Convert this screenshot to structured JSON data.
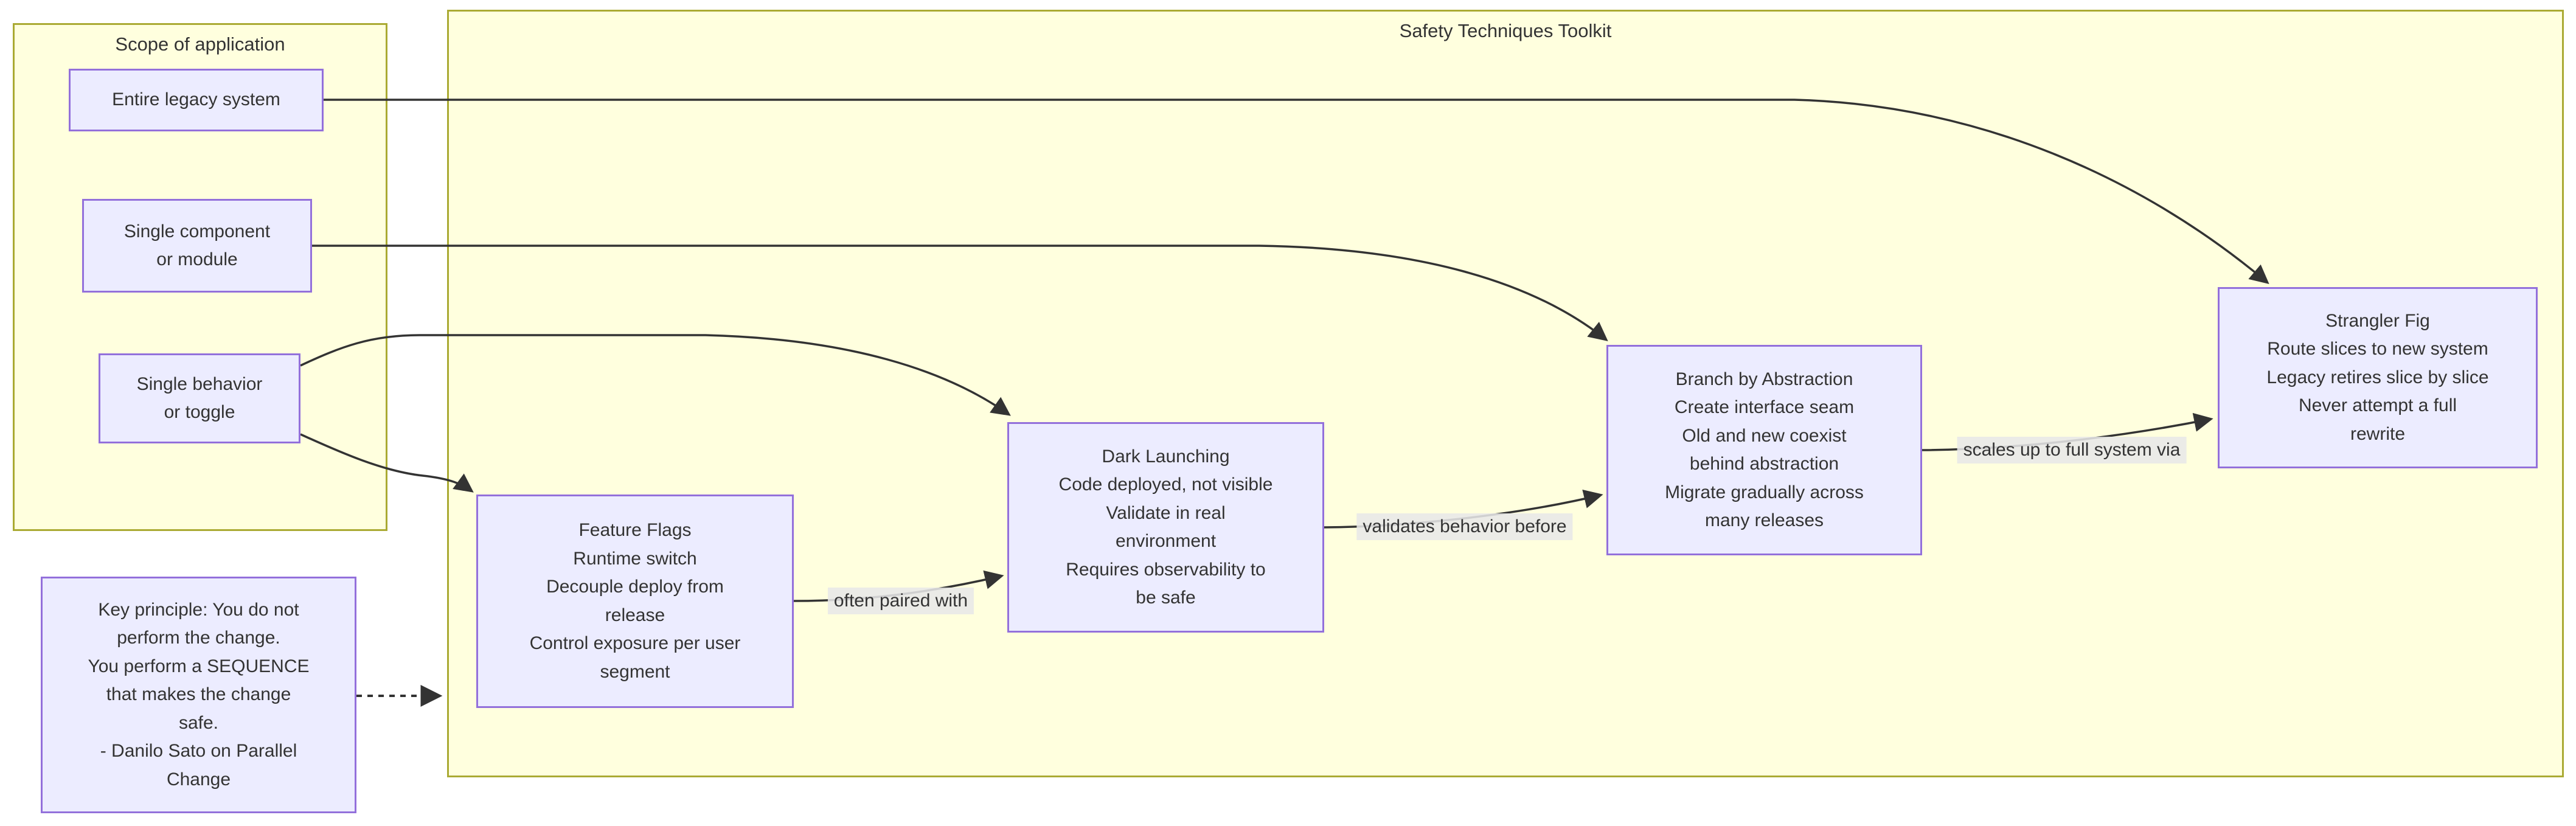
{
  "diagram": {
    "subgraphs": {
      "scope": {
        "title": "Scope of application"
      },
      "toolkit": {
        "title": "Safety Techniques Toolkit"
      }
    },
    "nodes": {
      "entire_legacy": {
        "lines": [
          "Entire legacy system"
        ]
      },
      "single_component": {
        "lines": [
          "Single component",
          "or module"
        ]
      },
      "single_behavior": {
        "lines": [
          "Single behavior",
          "or toggle"
        ]
      },
      "key_principle_note": {
        "lines": [
          "Key principle: You do not",
          "perform the change.",
          "You perform a SEQUENCE",
          "that makes the change",
          "safe.",
          "- Danilo Sato on Parallel",
          "Change"
        ]
      },
      "feature_flags": {
        "lines": [
          "Feature Flags",
          "Runtime switch",
          "Decouple deploy from",
          "release",
          "Control exposure per user",
          "segment"
        ]
      },
      "dark_launching": {
        "lines": [
          "Dark Launching",
          "Code deployed, not visible",
          "Validate in real",
          "environment",
          "Requires observability to",
          "be safe"
        ]
      },
      "branch_by_abstraction": {
        "lines": [
          "Branch by Abstraction",
          "Create interface seam",
          "Old and new coexist",
          "behind abstraction",
          "Migrate gradually across",
          "many releases"
        ]
      },
      "strangler_fig": {
        "lines": [
          "Strangler Fig",
          "Route slices to new system",
          "Legacy retires slice by slice",
          "Never attempt a full",
          "rewrite"
        ]
      }
    },
    "edges": [
      {
        "from": "entire_legacy",
        "to": "strangler_fig",
        "label": "",
        "style": "solid"
      },
      {
        "from": "single_component",
        "to": "branch_by_abstraction",
        "label": "",
        "style": "solid"
      },
      {
        "from": "single_behavior",
        "to": "dark_launching",
        "label": "",
        "style": "solid"
      },
      {
        "from": "single_behavior",
        "to": "feature_flags",
        "label": "",
        "style": "solid"
      },
      {
        "from": "key_principle_note",
        "to": "toolkit",
        "label": "",
        "style": "dotted"
      },
      {
        "from": "feature_flags",
        "to": "dark_launching",
        "label": "often paired with",
        "style": "solid"
      },
      {
        "from": "dark_launching",
        "to": "branch_by_abstraction",
        "label": "validates behavior before",
        "style": "solid"
      },
      {
        "from": "branch_by_abstraction",
        "to": "strangler_fig",
        "label": "scales up to full system via",
        "style": "solid"
      }
    ],
    "colors": {
      "canvas_background": "#FFFFFF",
      "node_fill": "#ECECFF",
      "node_border": "#9370DB",
      "subgraph_fill": "#FFFFDE",
      "subgraph_border": "#AAAA33",
      "edge": "#333333",
      "edge_label_bg": "#E8E8E8",
      "text": "#333333"
    }
  }
}
